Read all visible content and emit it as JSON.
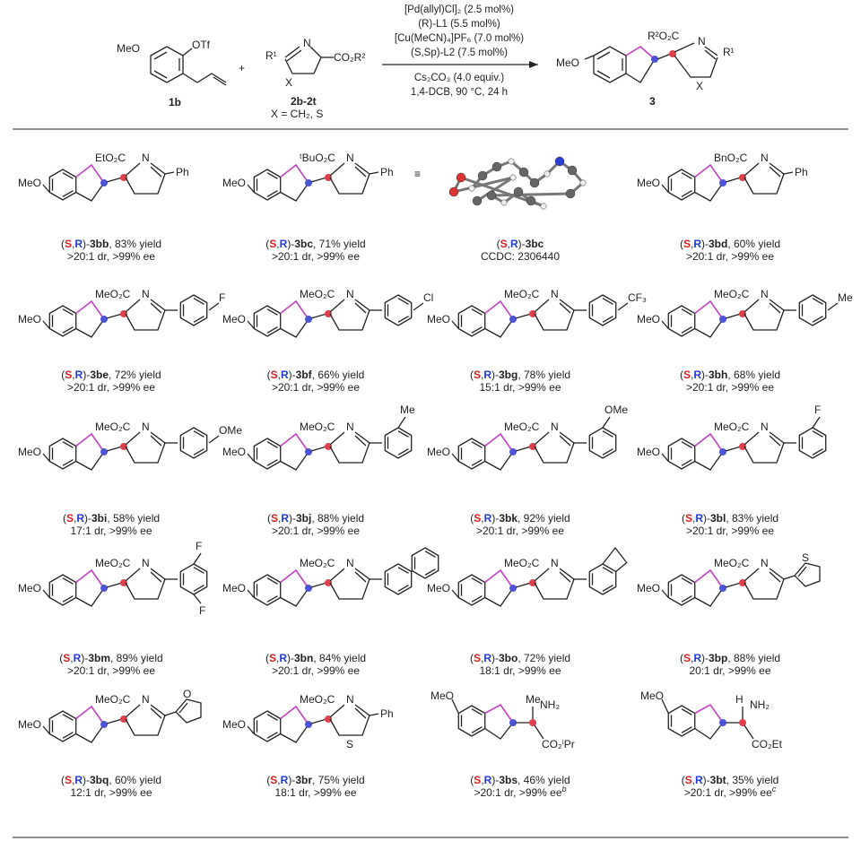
{
  "scheme": {
    "reagents": {
      "r1_label": "1b",
      "r1_meo": "MeO",
      "r1_otf": "OTf",
      "plus": "+",
      "r2_label": "2b-2t",
      "r2_x": "X = CH₂, S",
      "r2_r1": "R¹",
      "r2_x_atom": "X",
      "r2_n": "N",
      "r2_co2": "CO₂R²"
    },
    "conditions": [
      "[Pd(allyl)Cl]₂ (2.5 mol%)",
      "(R)-L1 (5.5 mol%)",
      "[Cu(MeCN)₄]PF₆ (7.0 mol%)",
      "(S,Sp)-L2 (7.5 mol%)",
      "Cs₂CO₃ (4.0 equiv.)",
      "1,4-DCB, 90 °C, 24 h"
    ],
    "product": {
      "label": "3",
      "meo": "MeO",
      "r2o2c": "R²O₂C",
      "n": "N",
      "r1": "R¹",
      "x": "X"
    }
  },
  "compounds": [
    {
      "id": "3bb",
      "ester": "EtO₂C",
      "ar": "Ph",
      "yield": ", 83% yield",
      "dr": ">20:1 dr, >99% ee"
    },
    {
      "id": "3bc",
      "ester": "ᵗBuO₂C",
      "ar": "Ph",
      "yield": ", 71% yield",
      "dr": ">20:1 dr, >99% ee"
    },
    {
      "id": "3bc",
      "xray": true,
      "yield": "",
      "dr": "CCDC: 2306440",
      "equiv": "≡"
    },
    {
      "id": "3bd",
      "ester": "BnO₂C",
      "ar": "Ph",
      "yield": ", 60% yield",
      "dr": ">20:1 dr, >99% ee"
    },
    {
      "id": "3be",
      "ester": "MeO₂C",
      "sub": "F",
      "yield": ", 72% yield",
      "dr": ">20:1 dr, >99% ee"
    },
    {
      "id": "3bf",
      "ester": "MeO₂C",
      "sub": "Cl",
      "yield": ", 66% yield",
      "dr": ">20:1 dr, >99% ee"
    },
    {
      "id": "3bg",
      "ester": "MeO₂C",
      "sub": "CF₃",
      "yield": ", 78% yield",
      "dr": "15:1 dr, >99% ee"
    },
    {
      "id": "3bh",
      "ester": "MeO₂C",
      "sub": "Me",
      "yield": ", 68% yield",
      "dr": ">20:1 dr, >99% ee"
    },
    {
      "id": "3bi",
      "ester": "MeO₂C",
      "sub": "OMe",
      "yield": ", 58% yield",
      "dr": "17:1 dr, >99% ee"
    },
    {
      "id": "3bj",
      "ester": "MeO₂C",
      "sub": "Me",
      "yield": ", 88% yield",
      "dr": ">20:1 dr, >99% ee"
    },
    {
      "id": "3bk",
      "ester": "MeO₂C",
      "sub": "OMe",
      "yield": ", 92% yield",
      "dr": ">20:1 dr, >99% ee"
    },
    {
      "id": "3bl",
      "ester": "MeO₂C",
      "sub": "F",
      "yield": ", 83% yield",
      "dr": ">20:1 dr, >99% ee"
    },
    {
      "id": "3bm",
      "ester": "MeO₂C",
      "sub": "F",
      "sub2": "F",
      "yield": ", 89% yield",
      "dr": ">20:1 dr, >99% ee"
    },
    {
      "id": "3bn",
      "ester": "MeO₂C",
      "yield": ", 84% yield",
      "dr": ">20:1 dr, >99% ee"
    },
    {
      "id": "3bo",
      "ester": "MeO₂C",
      "yield": ", 72% yield",
      "dr": "18:1 dr, >99% ee"
    },
    {
      "id": "3bp",
      "ester": "MeO₂C",
      "het": "S",
      "yield": ", 88% yield",
      "dr": "20:1 dr, >99% ee"
    },
    {
      "id": "3bq",
      "ester": "MeO₂C",
      "het": "O",
      "yield": ", 60% yield",
      "dr": "12:1 dr, >99% ee"
    },
    {
      "id": "3br",
      "ester": "MeO₂C",
      "ar": "Ph",
      "ringS": "S",
      "yield": ", 75% yield",
      "dr": "18:1 dr, >99% ee"
    },
    {
      "id": "3bs",
      "top": "Me",
      "nh2": "NH₂",
      "bottom": "CO₂ⁱPr",
      "yield": ", 46% yield",
      "dr": ">20:1 dr, >99% ee",
      "sup": "b"
    },
    {
      "id": "3bt",
      "top": "H",
      "nh2": "NH₂",
      "bottom": "CO₂Et",
      "yield": ", 35% yield",
      "dr": ">20:1 dr, >99% ee",
      "sup": "c"
    }
  ],
  "shared": {
    "meo": "MeO",
    "n": "N",
    "s": "S",
    "r": "R",
    "comma": ","
  }
}
